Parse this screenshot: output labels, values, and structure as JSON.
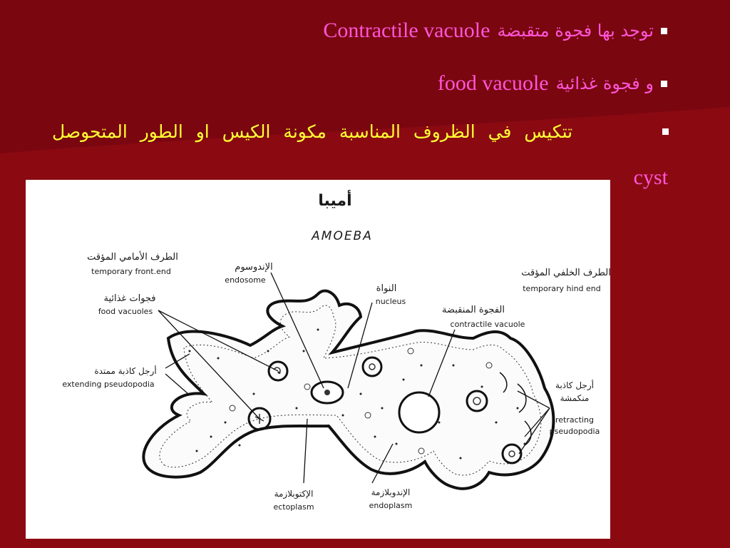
{
  "slide": {
    "bullet1": {
      "arabic": "توجد بها فجوة متقبضة",
      "english": "Contractile vacuole"
    },
    "bullet2": {
      "arabic": "و فجوة غذائية",
      "english": "food vacuole"
    },
    "bullet3": {
      "arabic": "تتكيس في الظروف المناسبة مكونة الكيس او الطور المتحوصل",
      "english": "cyst"
    },
    "colors": {
      "background": "#8b0a12",
      "accent_pink": "#ff55d8",
      "accent_yellow": "#ffff33"
    }
  },
  "diagram": {
    "title_arabic": "أميبا",
    "title_english": "AMOEBA",
    "labels": {
      "front_end_ar": "الطرف الأمامي المؤقت",
      "front_end_en": "temporary front.end",
      "food_vacuoles_ar": "فجوات غذائية",
      "food_vacuoles_en": "food vacuoles",
      "extending_ar": "أرجل كاذبة ممتدة",
      "extending_en": "extending pseudopodia",
      "endosome_ar": "الإندوسوم",
      "endosome_en": "endosome",
      "nucleus_ar": "النواة",
      "nucleus_en": "nucleus",
      "contractile_ar": "الفجوة المنقبضة",
      "contractile_en": "contractile vacuole",
      "hind_end_ar": "الطرف الخلفي المؤقت",
      "hind_end_en": "temporary hind end",
      "retracting_ar1": "أرجل كاذبة",
      "retracting_ar2": "منكمشة",
      "retracting_en1": "retracting",
      "retracting_en2": "pseudopodia",
      "ectoplasm_ar": "الإكتوبلازمة",
      "ectoplasm_en": "ectoplasm",
      "endoplasm_ar": "الإندوبلازمة",
      "endoplasm_en": "endoplasm"
    }
  }
}
